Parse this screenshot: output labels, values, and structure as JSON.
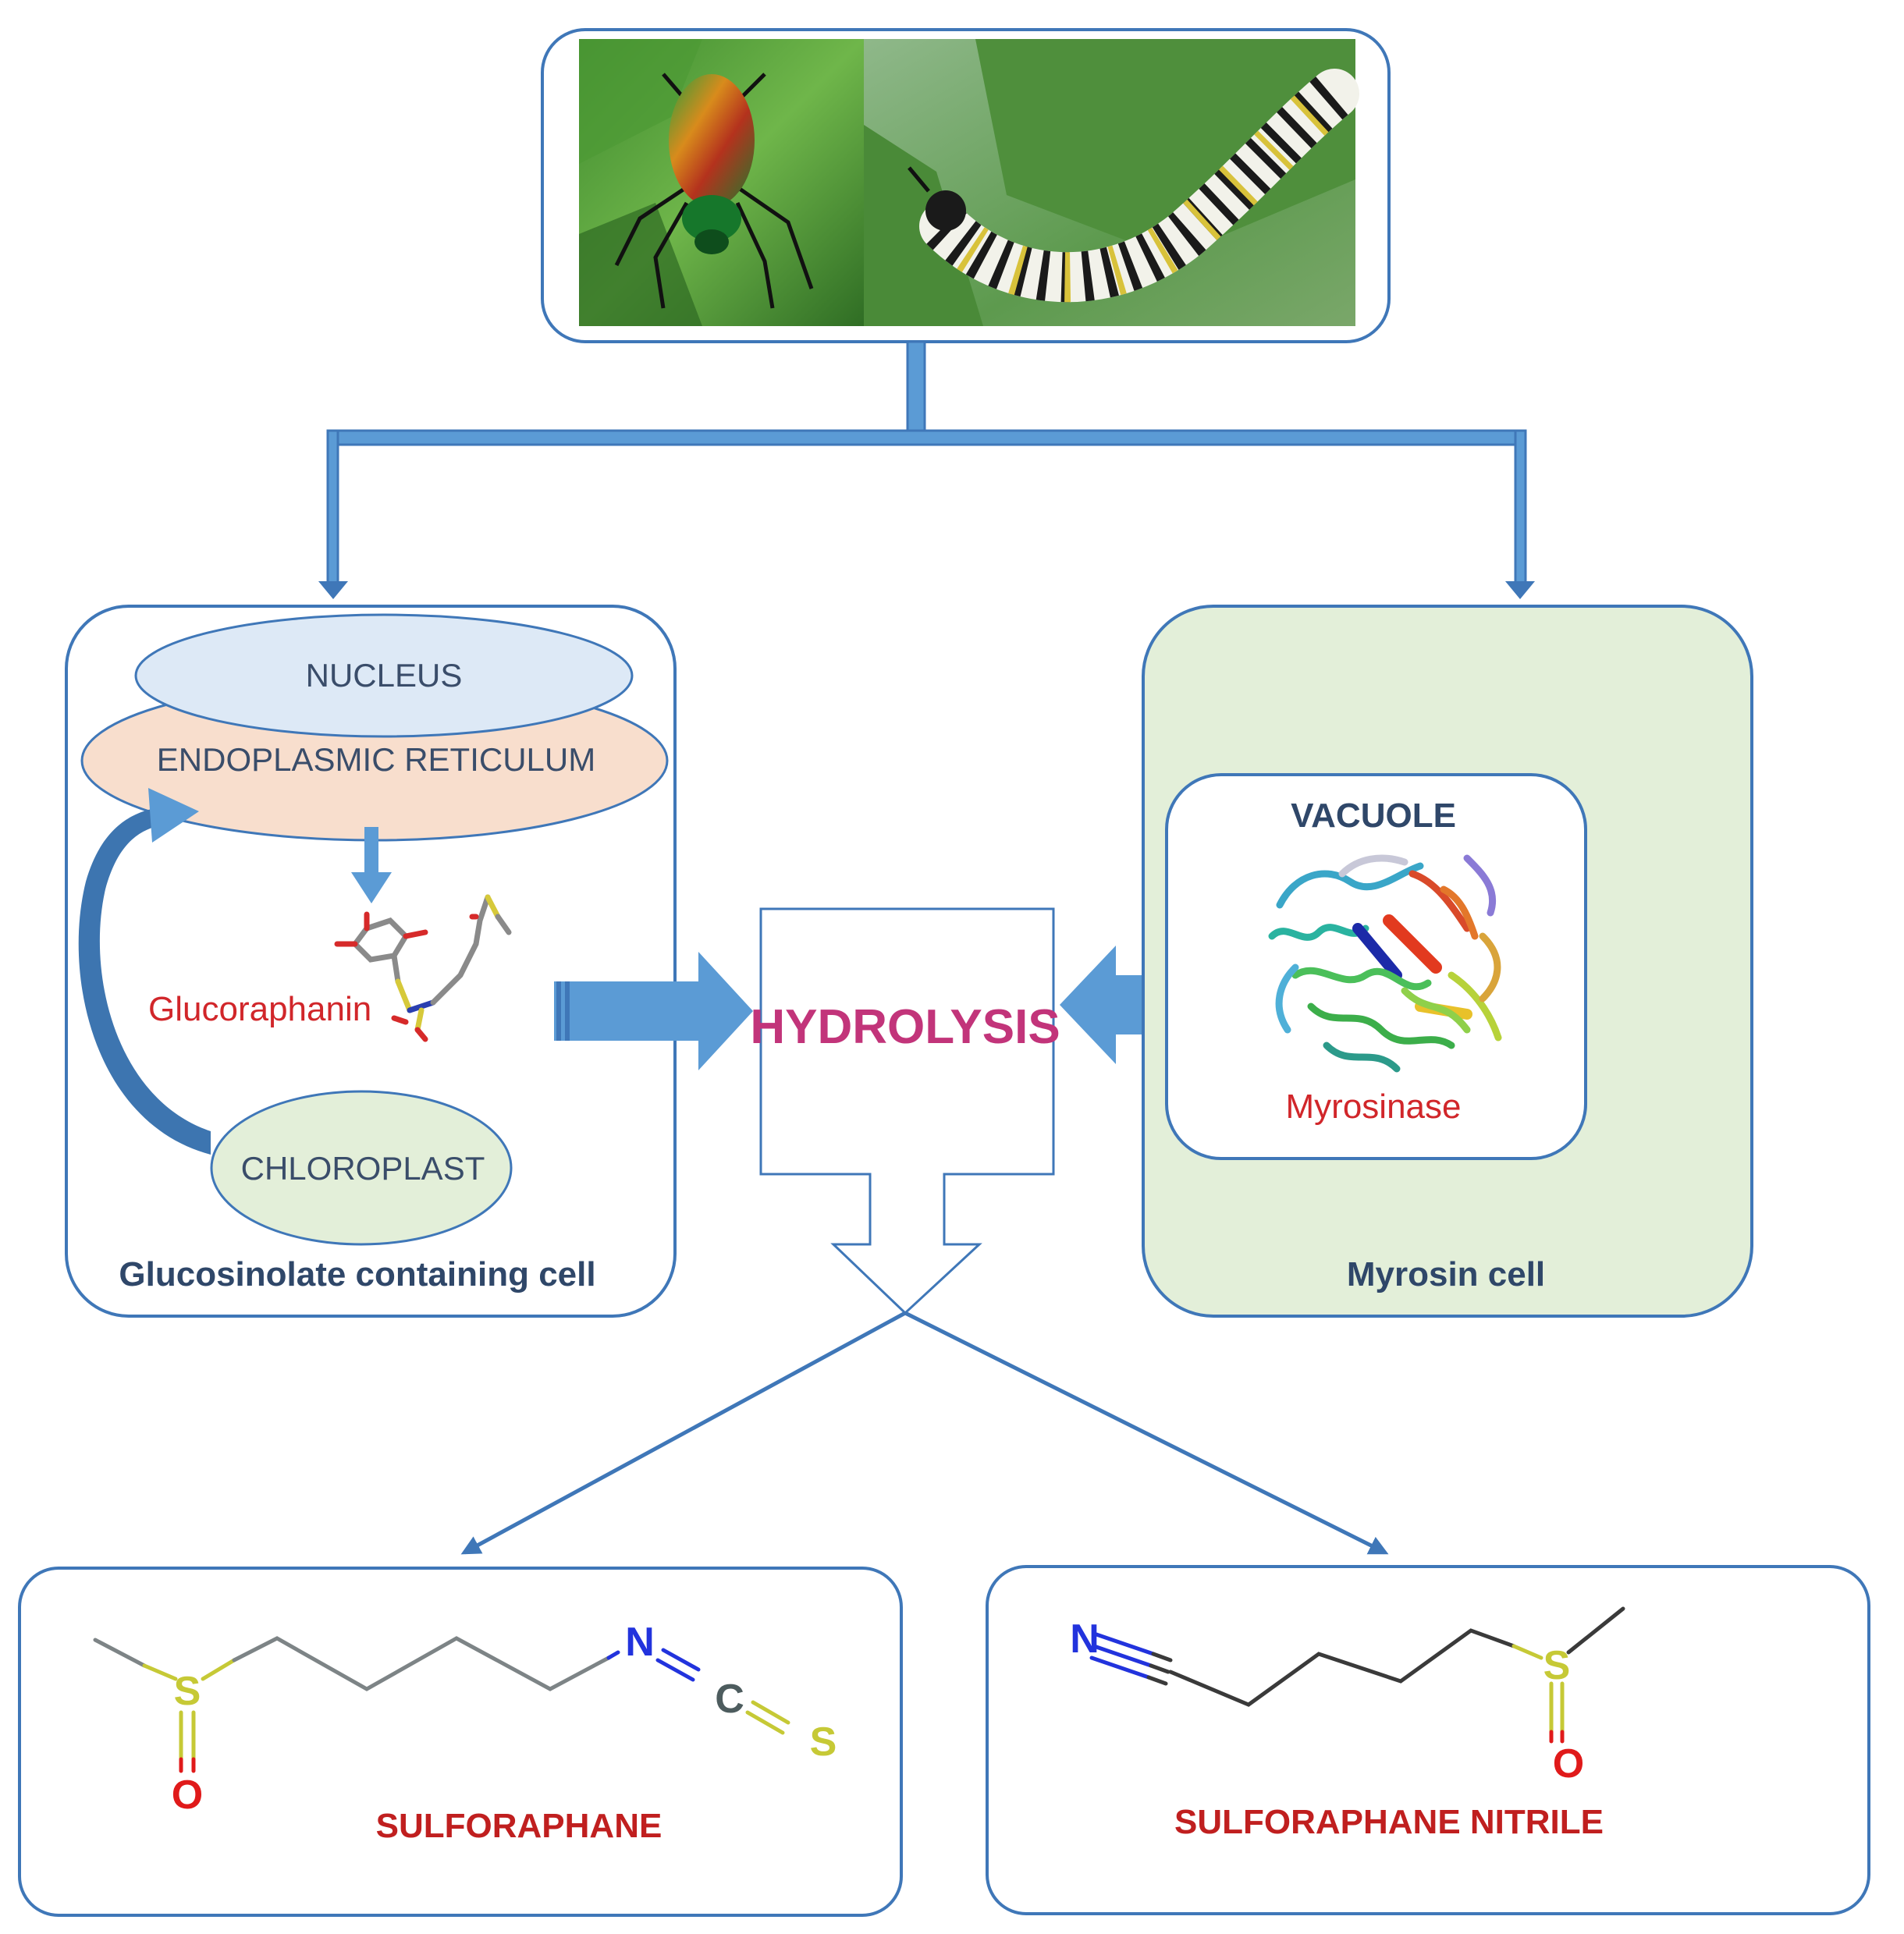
{
  "colors": {
    "box_border": "#3f77b8",
    "arrow_blue": "#5b9bd5",
    "nucleus_fill": "#dde9f6",
    "er_fill": "#f8decd",
    "chloroplast_fill": "#e3efd9",
    "myrosin_cell_fill": "#e3efd9",
    "label_red": "#d1262a",
    "hydrolysis_magenta": "#c2347a",
    "product_red": "#c01f1f"
  },
  "top_panel": {
    "images": [
      {
        "name": "beetle-on-leaf-photo"
      },
      {
        "name": "caterpillar-on-leaf-photo"
      }
    ]
  },
  "left_cell": {
    "nucleus_label": "NUCLEUS",
    "er_label": "ENDOPLASMIC  RETICULUM",
    "compound_label": "Glucoraphanin",
    "chloroplast_label": "CHLOROPLAST",
    "caption": "Glucosinolate  containing  cell"
  },
  "center": {
    "process_label": "HYDROLYSIS"
  },
  "right_cell": {
    "vacuole_label": "VACUOLE",
    "enzyme_label": "Myrosinase",
    "caption": "Myrosin  cell"
  },
  "products": [
    {
      "label": "SULFORAPHANE",
      "atoms": {
        "s": "S",
        "o": "O",
        "n": "N",
        "c": "C",
        "s2": "S"
      }
    },
    {
      "label": "SULFORAPHANE  NITRILE",
      "atoms": {
        "n": "N",
        "s": "S",
        "o": "O"
      }
    }
  ]
}
